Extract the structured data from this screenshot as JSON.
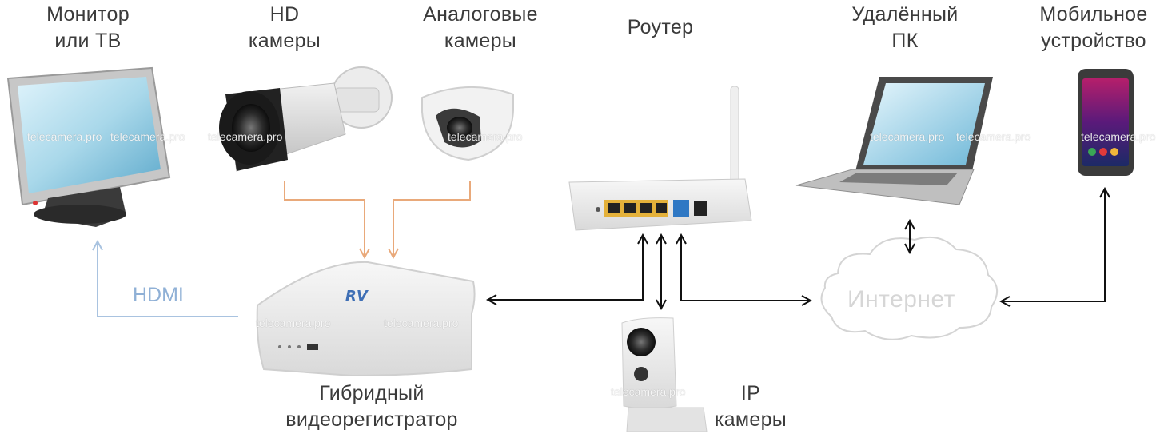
{
  "labels": {
    "monitor": [
      "Монитор",
      "или  ТВ"
    ],
    "hd_cameras": [
      "HD",
      "камеры"
    ],
    "analog_cameras": [
      "Аналоговые",
      "камеры"
    ],
    "router": [
      "Роутер"
    ],
    "remote_pc": [
      "Удалённый",
      "ПК"
    ],
    "mobile": [
      "Мобильное",
      "устройство"
    ],
    "dvr": [
      "Гибридный",
      "видеорегистратор"
    ],
    "ip_cameras": [
      "IP",
      "камеры"
    ]
  },
  "connections": {
    "hdmi": "HDMI",
    "internet": "Интернет"
  },
  "watermark": "telecamera.pro",
  "colors": {
    "analog_line": "#e9a97a",
    "hdmi_line": "#a9c3e0",
    "network_line": "#111111",
    "label_text": "#3b3b3b",
    "cloud_stroke": "#d4d4d4"
  }
}
